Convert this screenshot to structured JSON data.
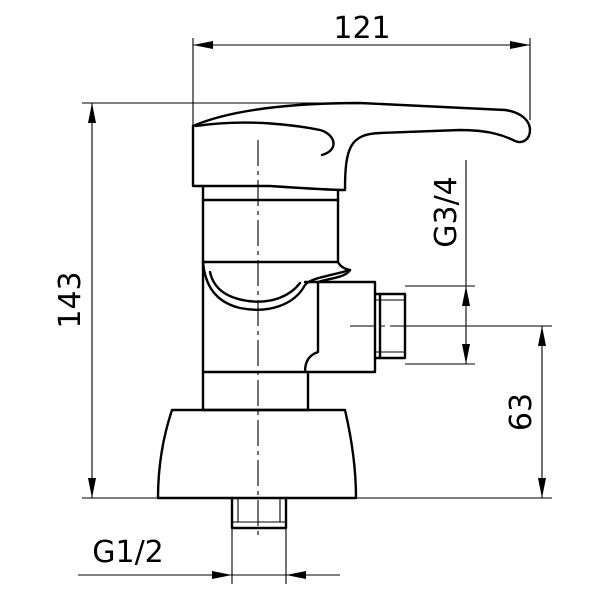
{
  "dimensions": {
    "width_top": "121",
    "height_total": "143",
    "height_outlet": "63",
    "thread_outlet": "G3/4",
    "thread_inlet": "G1/2"
  }
}
